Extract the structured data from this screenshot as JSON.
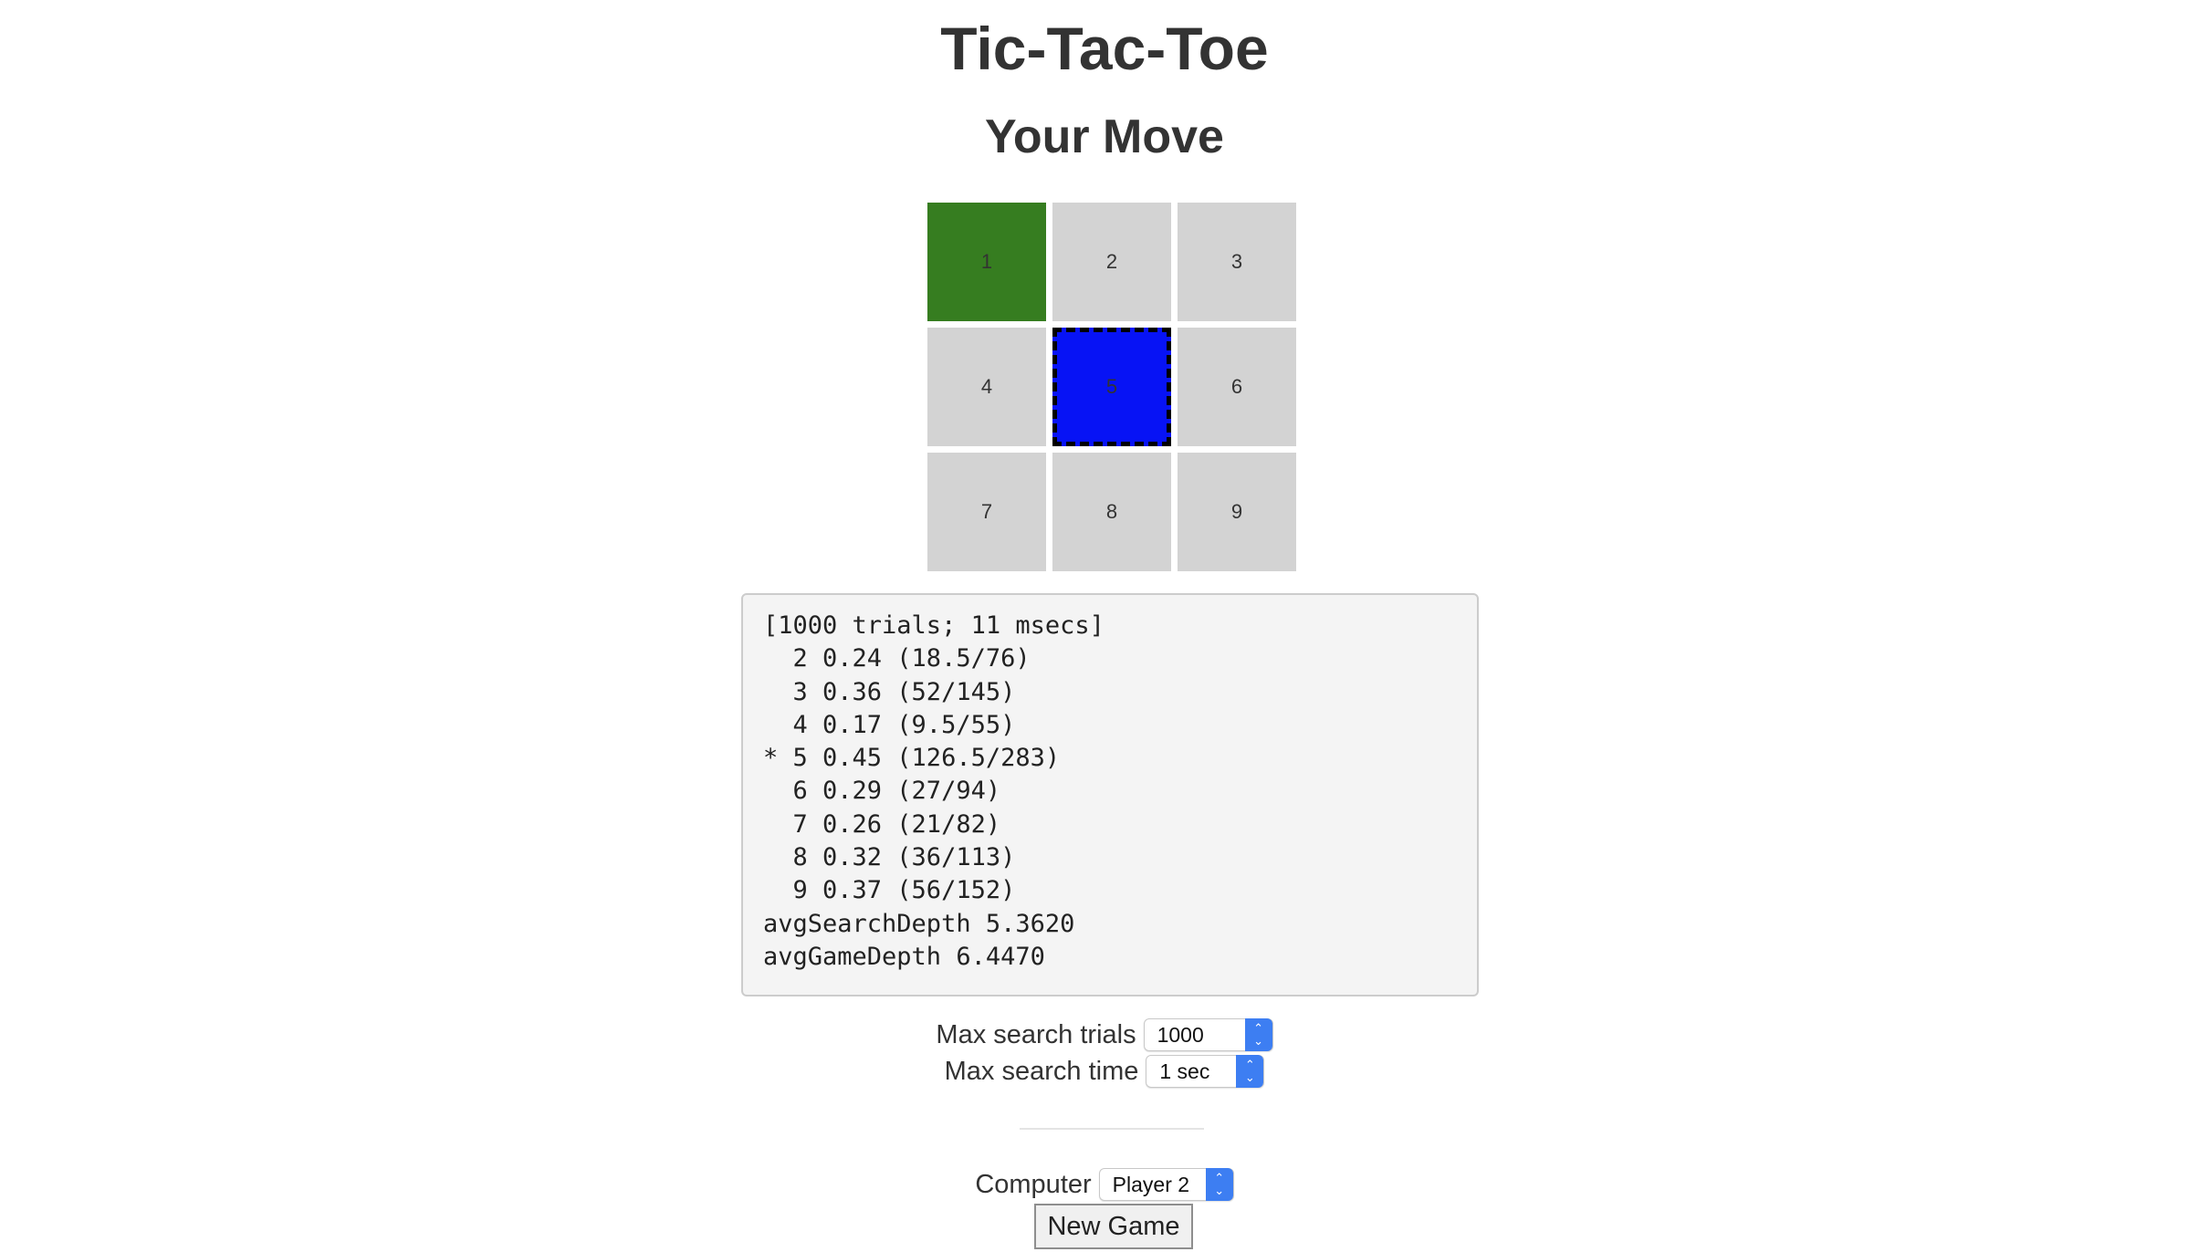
{
  "title": "Tic-Tac-Toe",
  "status": "Your Move",
  "board": {
    "cells": [
      {
        "label": "1",
        "owner": "player1",
        "last_move": false
      },
      {
        "label": "2",
        "owner": "",
        "last_move": false
      },
      {
        "label": "3",
        "owner": "",
        "last_move": false
      },
      {
        "label": "4",
        "owner": "",
        "last_move": false
      },
      {
        "label": "5",
        "owner": "player2",
        "last_move": true
      },
      {
        "label": "6",
        "owner": "",
        "last_move": false
      },
      {
        "label": "7",
        "owner": "",
        "last_move": false
      },
      {
        "label": "8",
        "owner": "",
        "last_move": false
      },
      {
        "label": "9",
        "owner": "",
        "last_move": false
      }
    ],
    "colors": {
      "empty": "#d3d3d3",
      "player1": "#367d20",
      "player2": "#0713f5"
    }
  },
  "search_log": {
    "lines": [
      "[1000 trials; 11 msecs]",
      "  2 0.24 (18.5/76)",
      "  3 0.36 (52/145)",
      "  4 0.17 (9.5/55)",
      "* 5 0.45 (126.5/283)",
      "  6 0.29 (27/94)",
      "  7 0.26 (21/82)",
      "  8 0.32 (36/113)",
      "  9 0.37 (56/152)",
      "avgSearchDepth 5.3620",
      "avgGameDepth 6.4470"
    ]
  },
  "controls": {
    "max_trials_label": "Max search trials",
    "max_trials_value": "1000",
    "max_time_label": "Max search time",
    "max_time_value": "1 sec",
    "computer_label": "Computer",
    "computer_value": "Player 2",
    "new_game_label": "New Game"
  }
}
